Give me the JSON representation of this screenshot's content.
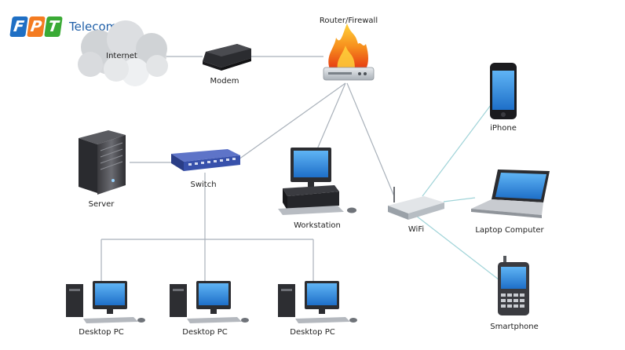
{
  "brand": {
    "letters": [
      "F",
      "P",
      "T"
    ],
    "letter_colors": [
      "#1f6fc4",
      "#f47b20",
      "#3aaa35"
    ],
    "name": "Telecom",
    "name_color": "#1f5fa8"
  },
  "nodes": {
    "internet": {
      "label": "Internet",
      "icon": "cloud-icon"
    },
    "modem": {
      "label": "Modem",
      "icon": "modem-icon"
    },
    "router": {
      "label": "Router/Firewall",
      "icon": "firewall-icon"
    },
    "iphone": {
      "label": "iPhone",
      "icon": "iphone-icon"
    },
    "server": {
      "label": "Server",
      "icon": "server-icon"
    },
    "switch": {
      "label": "Switch",
      "icon": "switch-icon"
    },
    "workstation": {
      "label": "Workstation",
      "icon": "workstation-icon"
    },
    "wifi": {
      "label": "WiFi",
      "icon": "wifi-router-icon"
    },
    "laptop": {
      "label": "Laptop Computer",
      "icon": "laptop-icon"
    },
    "smartphone": {
      "label": "Smartphone",
      "icon": "smartphone-icon"
    },
    "desktop1": {
      "label": "Desktop PC",
      "icon": "desktop-pc-icon"
    },
    "desktop2": {
      "label": "Desktop PC",
      "icon": "desktop-pc-icon"
    },
    "desktop3": {
      "label": "Desktop PC",
      "icon": "desktop-pc-icon"
    }
  },
  "links": [
    [
      "internet",
      "modem"
    ],
    [
      "modem",
      "router"
    ],
    [
      "router",
      "switch"
    ],
    [
      "router",
      "workstation"
    ],
    [
      "router",
      "wifi"
    ],
    [
      "switch",
      "server"
    ],
    [
      "switch",
      "desktop1"
    ],
    [
      "switch",
      "desktop2"
    ],
    [
      "switch",
      "desktop3"
    ],
    [
      "wifi",
      "iphone"
    ],
    [
      "wifi",
      "laptop"
    ],
    [
      "wifi",
      "smartphone"
    ]
  ],
  "colors": {
    "link": "#a9b1ba",
    "wifi_link": "#9fd3d8",
    "screen": "#2f8fe0"
  }
}
